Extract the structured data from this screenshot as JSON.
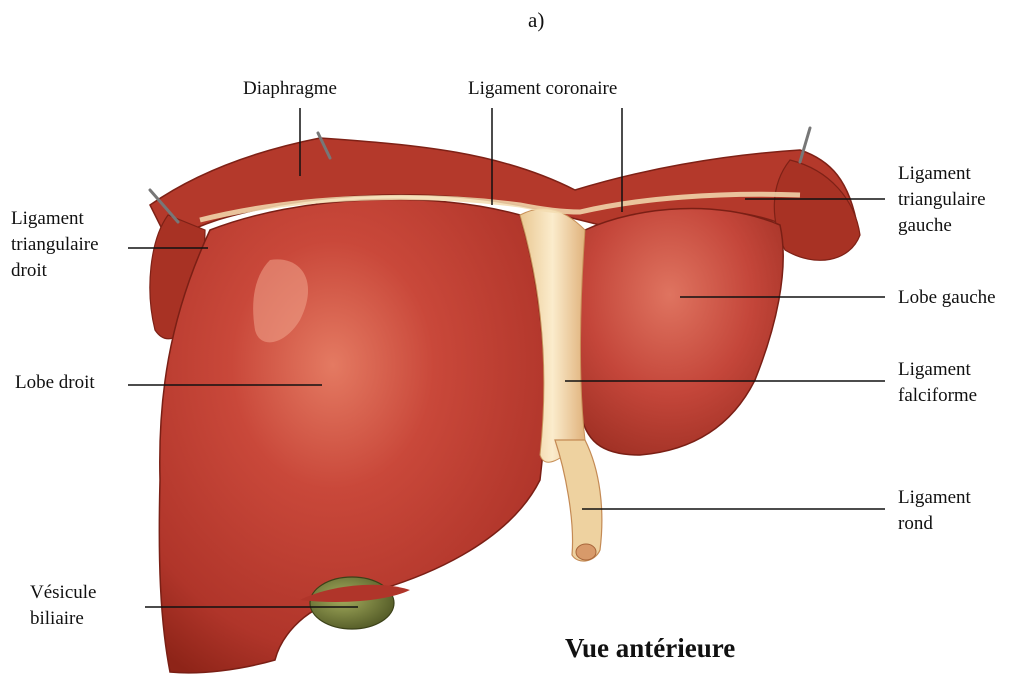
{
  "figure_letter": "a)",
  "labels": {
    "diaphragme": "Diaphragme",
    "ligament_coronaire": "Ligament coronaire",
    "ligament_triangulaire_droit": "Ligament\ntriangulaire\ndroit",
    "ligament_triangulaire_gauche": "Ligament\ntriangulaire\ngauche",
    "lobe_gauche": "Lobe gauche",
    "ligament_falciforme": "Ligament\nfalciforme",
    "lobe_droit": "Lobe droit",
    "ligament_rond": "Ligament\nrond",
    "vesicule_biliaire": "Vésicule\nbiliaire"
  },
  "caption": "Vue antérieure",
  "colors": {
    "liver": "#b9382a",
    "liver_dark": "#8e2418",
    "liver_highlight": "#e88a72",
    "ligament": "#f0d9a8",
    "gallbladder": "#6f7a3a",
    "leader_line": "#111111"
  }
}
